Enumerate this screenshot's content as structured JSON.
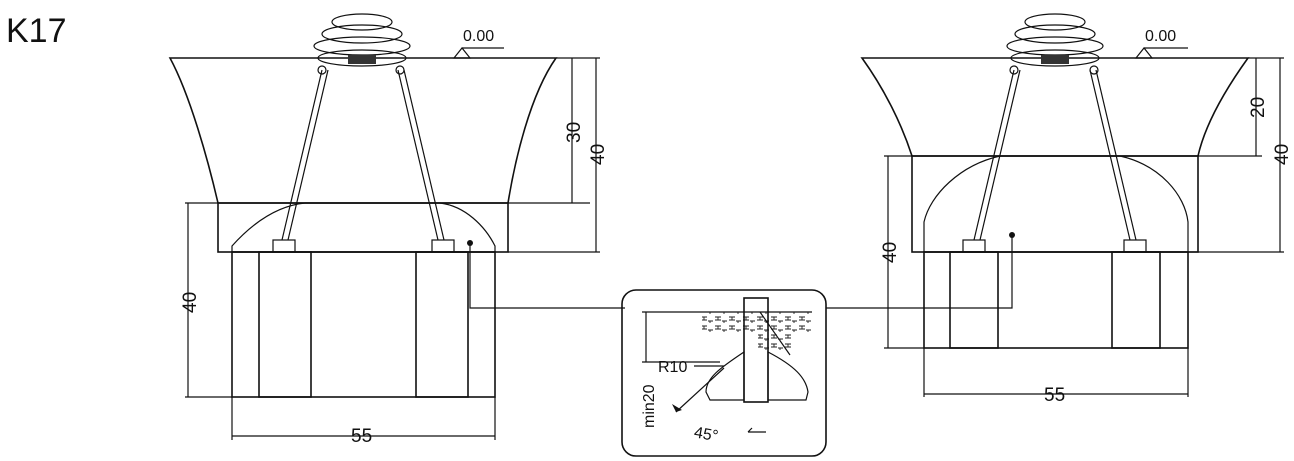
{
  "title": "K17",
  "left_detail": {
    "level": "0.00",
    "dim_upper_depth": "30",
    "dim_total_depth": "40",
    "dim_block_height": "40",
    "dim_width": "55"
  },
  "right_detail": {
    "level": "0.00",
    "dim_upper_depth": "20",
    "dim_total_depth": "40",
    "dim_block_height": "40",
    "dim_width": "55"
  },
  "inset": {
    "radius": "R10",
    "min_depth": "min20",
    "angle": "45°"
  }
}
